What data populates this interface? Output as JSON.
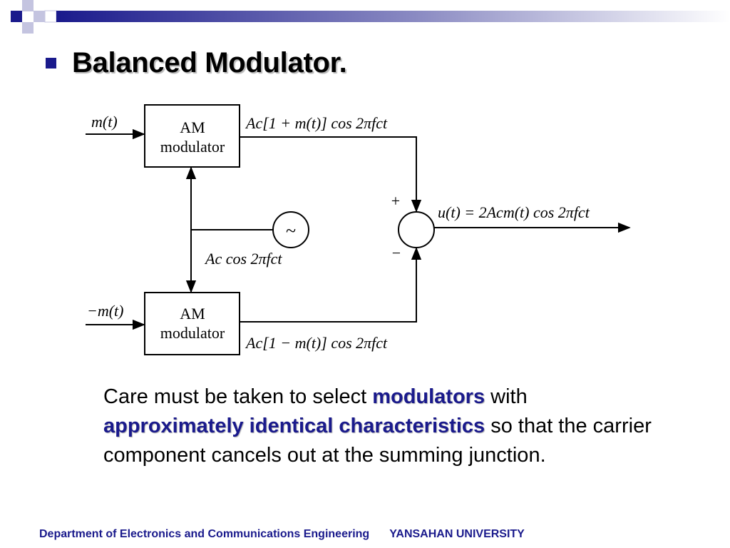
{
  "slide": {
    "title": "Balanced Modulator."
  },
  "diagram": {
    "input_top": "m(t)",
    "input_bottom": "−m(t)",
    "block_top_line1": "AM",
    "block_top_line2": "modulator",
    "block_bottom_line1": "AM",
    "block_bottom_line2": "modulator",
    "out_top": "Ac[1 + m(t)] cos 2πfct",
    "out_bottom": "Ac[1 − m(t)] cos 2πfct",
    "oscillator_symbol": "~",
    "carrier": "Ac cos 2πfct",
    "sum_plus": "+",
    "sum_minus": "−",
    "output": "u(t) = 2Acm(t) cos 2πfct"
  },
  "body": {
    "t1": "Care must be taken to select ",
    "h1": "modulators",
    "t2": " with ",
    "h2": "approximately identical characteristics",
    "t3": " so that the carrier component cancels out at the summing junction."
  },
  "footer": {
    "department": "Department of Electronics and Communications Engineering",
    "university": "YANSAHAN UNIVERSITY"
  },
  "colors": {
    "accent": "#1a1a8c",
    "deco_light": "#c4c4e0"
  }
}
